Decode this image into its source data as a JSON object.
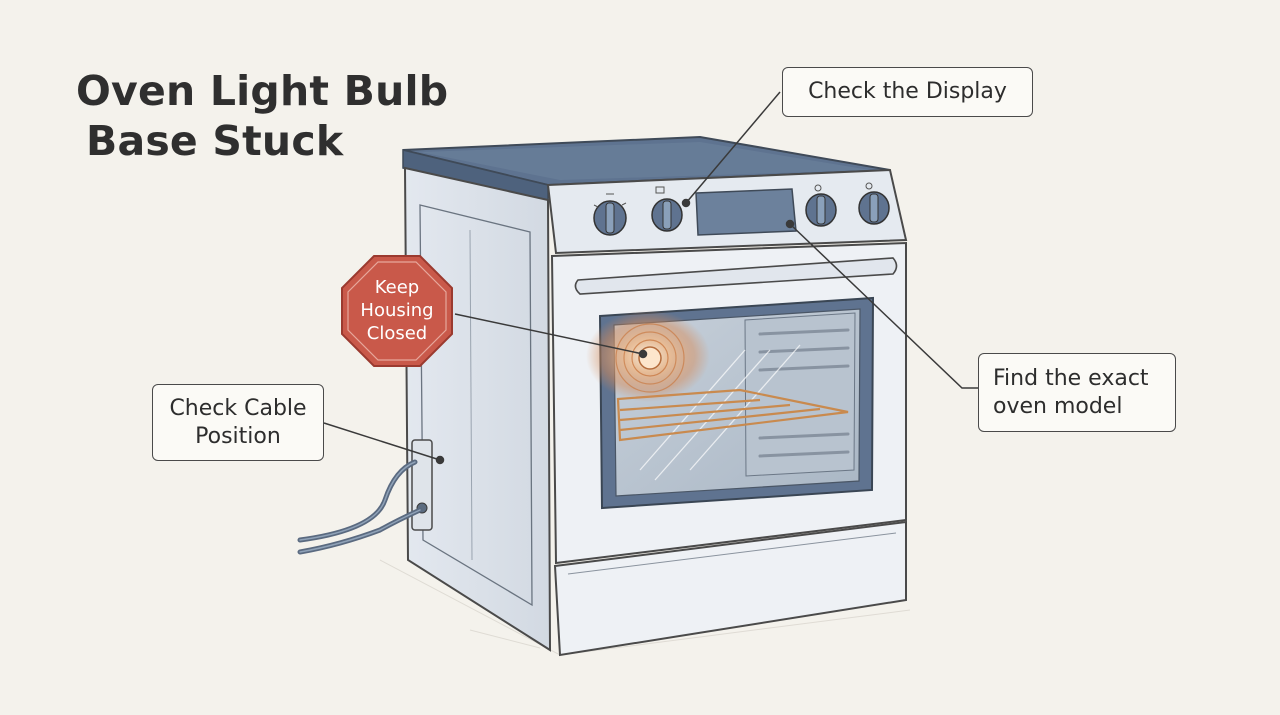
{
  "title": {
    "line1": "Oven Light Bulb",
    "line2": "Base Stuck"
  },
  "callouts": {
    "display": "Check the Display",
    "model": {
      "line1": "Find the exact",
      "line2": "oven model"
    },
    "cable": {
      "line1": "Check Cable",
      "line2": "Position"
    },
    "warning_sign": {
      "line1": "Keep",
      "line2": "Housing",
      "line3": "Closed"
    }
  },
  "colors": {
    "background": "#f4f2ec",
    "outline": "#4a4a4a",
    "panel_blue": "#6b7f98",
    "warning_red": "#c9594a",
    "bulb_glow": "#e8a070",
    "rack_orange": "#c98a4e"
  }
}
